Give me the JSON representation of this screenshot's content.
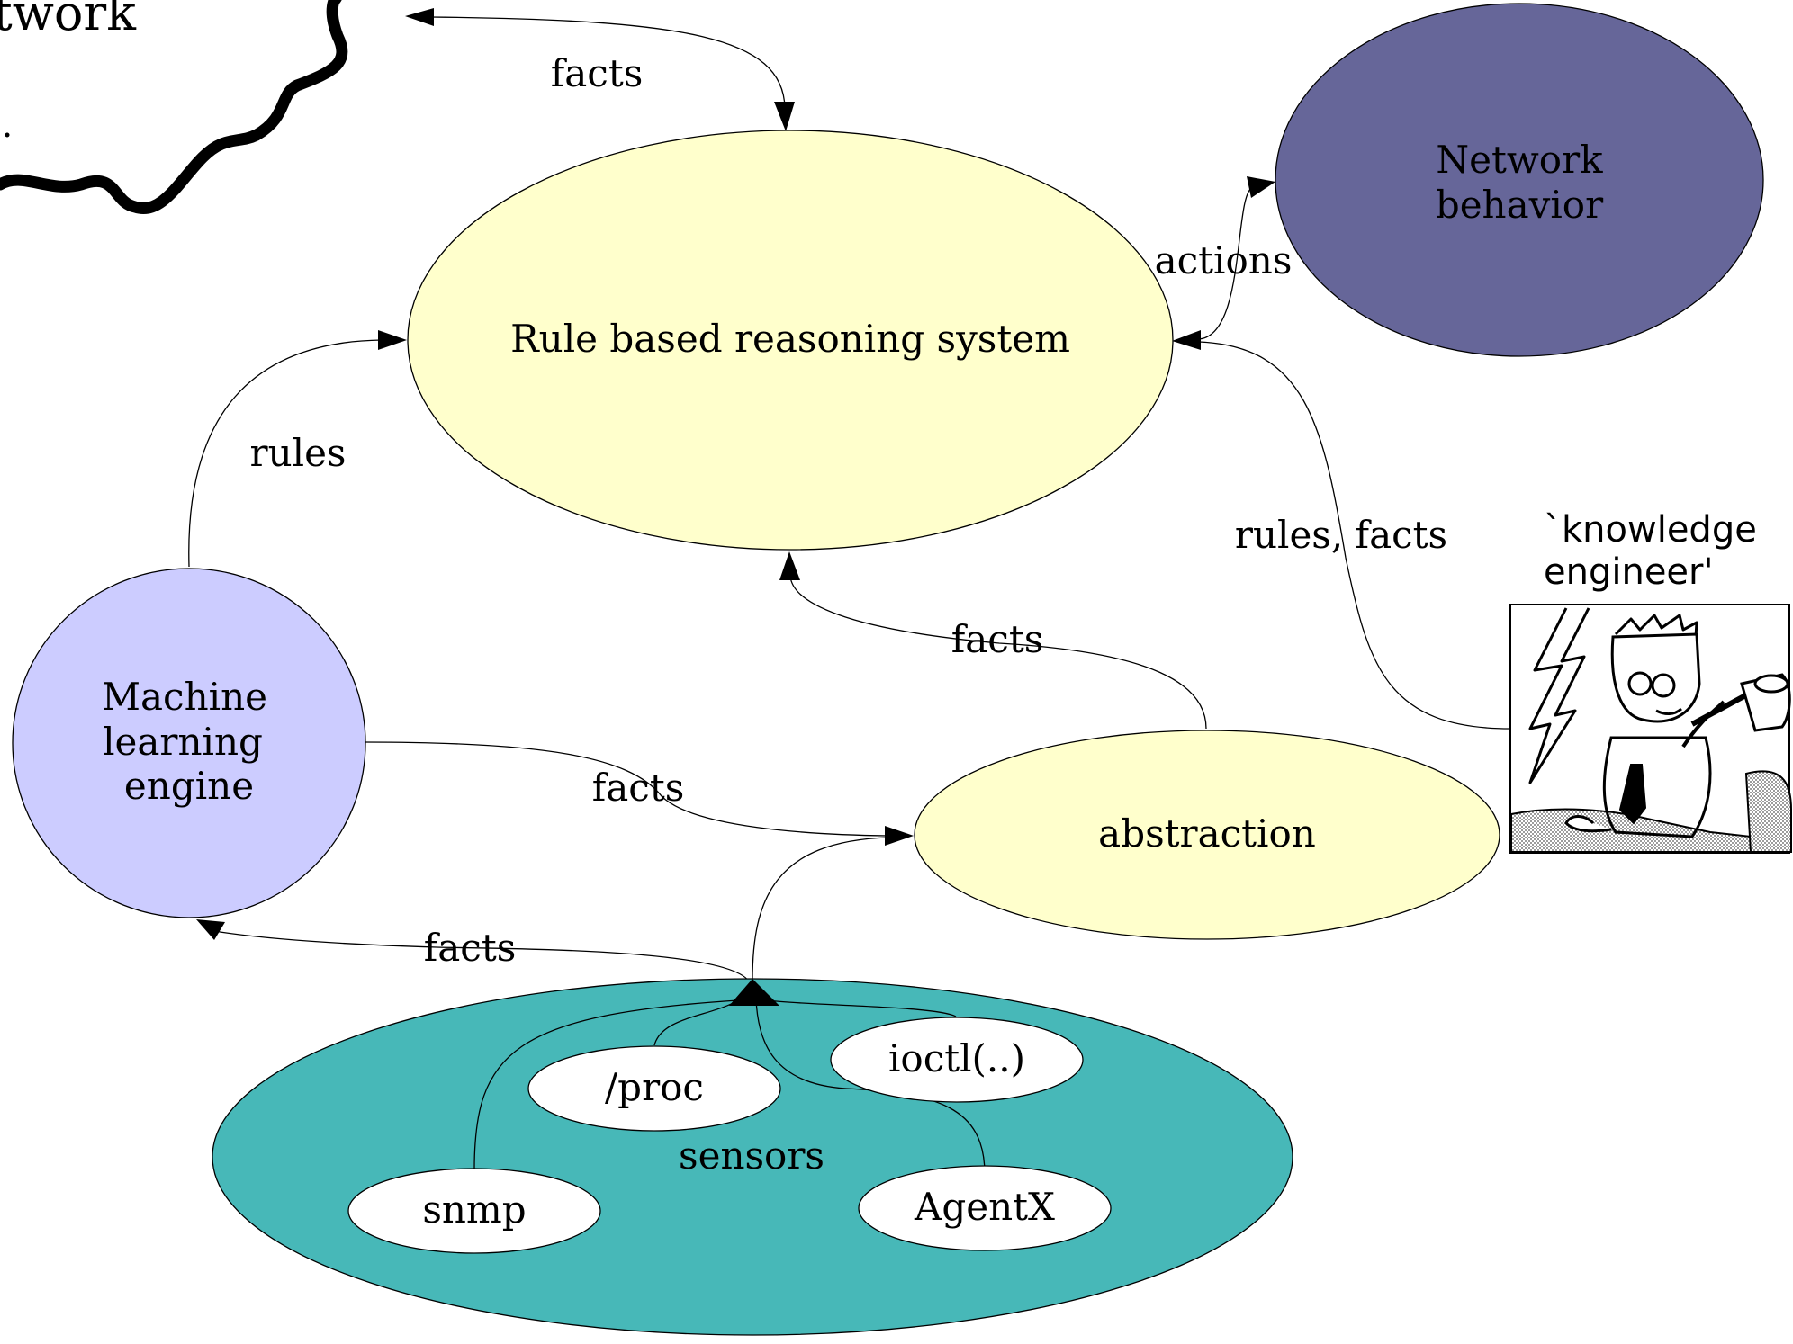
{
  "colors": {
    "rule_system_fill": "#ffffcc",
    "network_behavior_fill": "#666699",
    "ml_engine_fill": "#ccccff",
    "abstraction_fill": "#ffffcc",
    "sensors_fill": "#47b8b8",
    "sensor_item_fill": "#ffffff"
  },
  "cloud": {
    "label": "twork"
  },
  "nodes": {
    "rule_system": "Rule based reasoning system",
    "network_behavior_line1": "Network",
    "network_behavior_line2": "behavior",
    "ml_engine_line1": "Machine",
    "ml_engine_line2": "learning",
    "ml_engine_line3": "engine",
    "abstraction": "abstraction",
    "sensors": "sensors",
    "sensor_proc": "/proc",
    "sensor_ioctl": "ioctl(..)",
    "sensor_snmp": "snmp",
    "sensor_agentx": "AgentX"
  },
  "edge_labels": {
    "cloud_to_rules": "facts",
    "rules_to_behavior": "actions",
    "ml_to_rules": "rules",
    "engineer_to_rules": "rules, facts",
    "abstraction_to_rules": "facts",
    "ml_to_abstraction": "facts",
    "sensors_to_ml": "facts"
  },
  "engineer": {
    "caption_line1": "`knowledge",
    "caption_line2": "engineer'",
    "icon": "cartoon-engineer-with-hammer"
  }
}
